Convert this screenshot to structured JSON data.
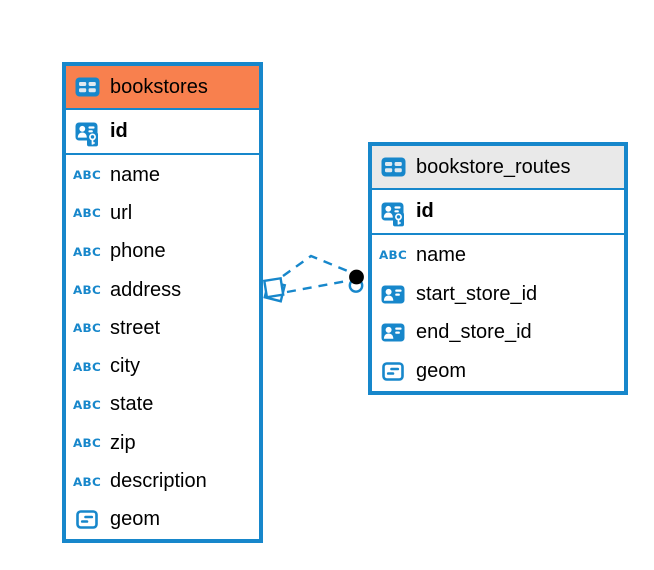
{
  "diagram": {
    "colors": {
      "accent_blue": "#1787CB",
      "bookstores_header": "#F8804E",
      "bookstore_routes_header": "#E9E9E9",
      "background": "#FFFFFF",
      "text": "#000000"
    },
    "type_icon_labels": {
      "text": "ABC"
    },
    "tables": [
      {
        "name": "bookstores",
        "primary_key": {
          "name": "id",
          "type": "primary-key"
        },
        "fields": [
          {
            "name": "name",
            "type": "text"
          },
          {
            "name": "url",
            "type": "text"
          },
          {
            "name": "phone",
            "type": "text"
          },
          {
            "name": "address",
            "type": "text"
          },
          {
            "name": "street",
            "type": "text"
          },
          {
            "name": "city",
            "type": "text"
          },
          {
            "name": "state",
            "type": "text"
          },
          {
            "name": "zip",
            "type": "text"
          },
          {
            "name": "description",
            "type": "text"
          },
          {
            "name": "geom",
            "type": "geometry"
          }
        ]
      },
      {
        "name": "bookstore_routes",
        "primary_key": {
          "name": "id",
          "type": "primary-key"
        },
        "fields": [
          {
            "name": "name",
            "type": "text"
          },
          {
            "name": "start_store_id",
            "type": "reference"
          },
          {
            "name": "end_store_id",
            "type": "reference"
          },
          {
            "name": "geom",
            "type": "geometry"
          }
        ]
      }
    ],
    "relationship": {
      "source_table": "bookstores",
      "target_table": "bookstore_routes",
      "line_style": "dashed"
    }
  }
}
